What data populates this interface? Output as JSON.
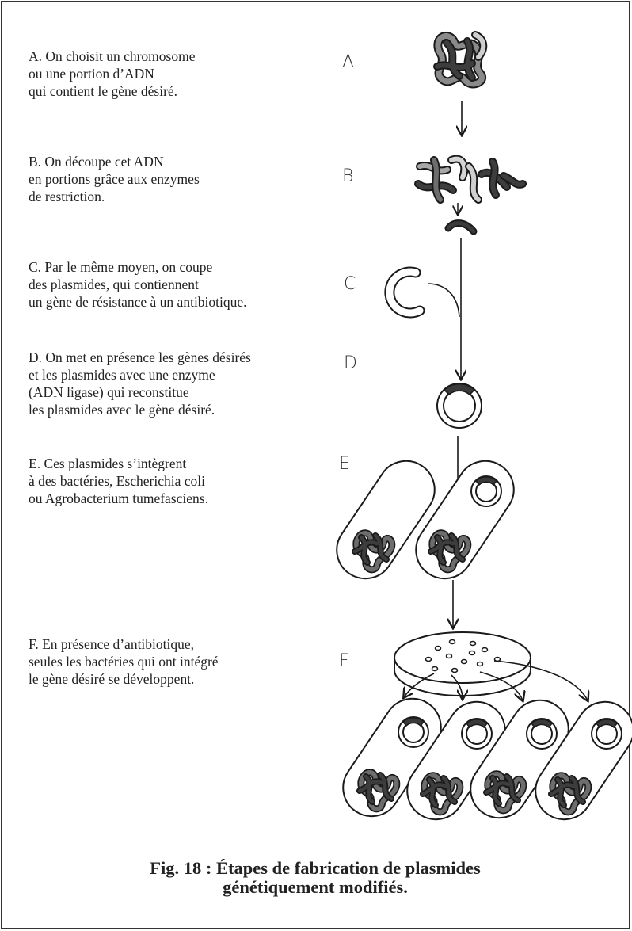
{
  "steps": [
    {
      "id": "A",
      "lines": [
        "A. On choisit un chromosome",
        "ou une portion d’ADN",
        "qui contient le gène désiré."
      ]
    },
    {
      "id": "B",
      "lines": [
        "B. On découpe cet ADN",
        "en portions grâce aux enzymes",
        "de restriction."
      ]
    },
    {
      "id": "C",
      "lines": [
        "C. Par le même moyen, on coupe",
        "des plasmides, qui contiennent",
        "un gène de résistance à un antibiotique."
      ]
    },
    {
      "id": "D",
      "lines": [
        "D. On met en présence les gènes désirés",
        "et les plasmides avec une enzyme",
        "(ADN ligase) qui reconstitue",
        "les plasmides avec le gène désiré."
      ]
    },
    {
      "id": "E",
      "lines": [
        "E. Ces plasmides s’intègrent",
        "à des bactéries, Escherichia coli",
        "ou Agrobacterium tumefasciens."
      ]
    },
    {
      "id": "F",
      "lines": [
        "F. En présence d’antibiotique,",
        "seules les bactéries qui ont intégré",
        "le gène désiré se développent."
      ]
    }
  ],
  "step_letters": [
    "A",
    "B",
    "C",
    "D",
    "E",
    "F"
  ],
  "caption": [
    "Fig. 18 : Étapes de fabrication de plasmides",
    "génétiquement modifiés."
  ],
  "colors": {
    "dark_dna": "#3a3a3a",
    "mid_dna": "#7a7a7a",
    "light_dna": "#c8c8c8",
    "outline": "#1a1a1a"
  }
}
